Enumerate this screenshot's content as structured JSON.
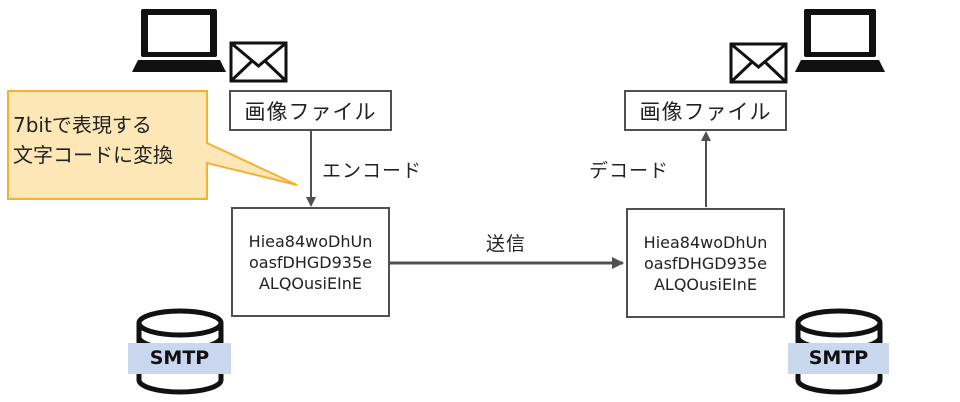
{
  "left": {
    "file_label": "画像ファイル",
    "action_label": "エンコード",
    "data_lines": [
      "Hiea84woDhUn",
      "oasfDHGD935e",
      "ALQOusiEInE"
    ],
    "server_tag": "SMTP"
  },
  "right": {
    "file_label": "画像ファイル",
    "action_label": "デコード",
    "data_lines": [
      "Hiea84woDhUn",
      "oasfDHGD935e",
      "ALQOusiEInE"
    ],
    "server_tag": "SMTP"
  },
  "transfer_label": "送信",
  "callout": {
    "lines": [
      "7bitで表現する",
      "文字コードに変換"
    ]
  },
  "colors": {
    "line": "#505050",
    "callout_fill": "#fde7b7",
    "callout_border": "#f2b233",
    "smtp_tag": "#c9d8ef"
  },
  "icons": [
    "laptop-icon",
    "envelope-icon",
    "database-icon"
  ]
}
